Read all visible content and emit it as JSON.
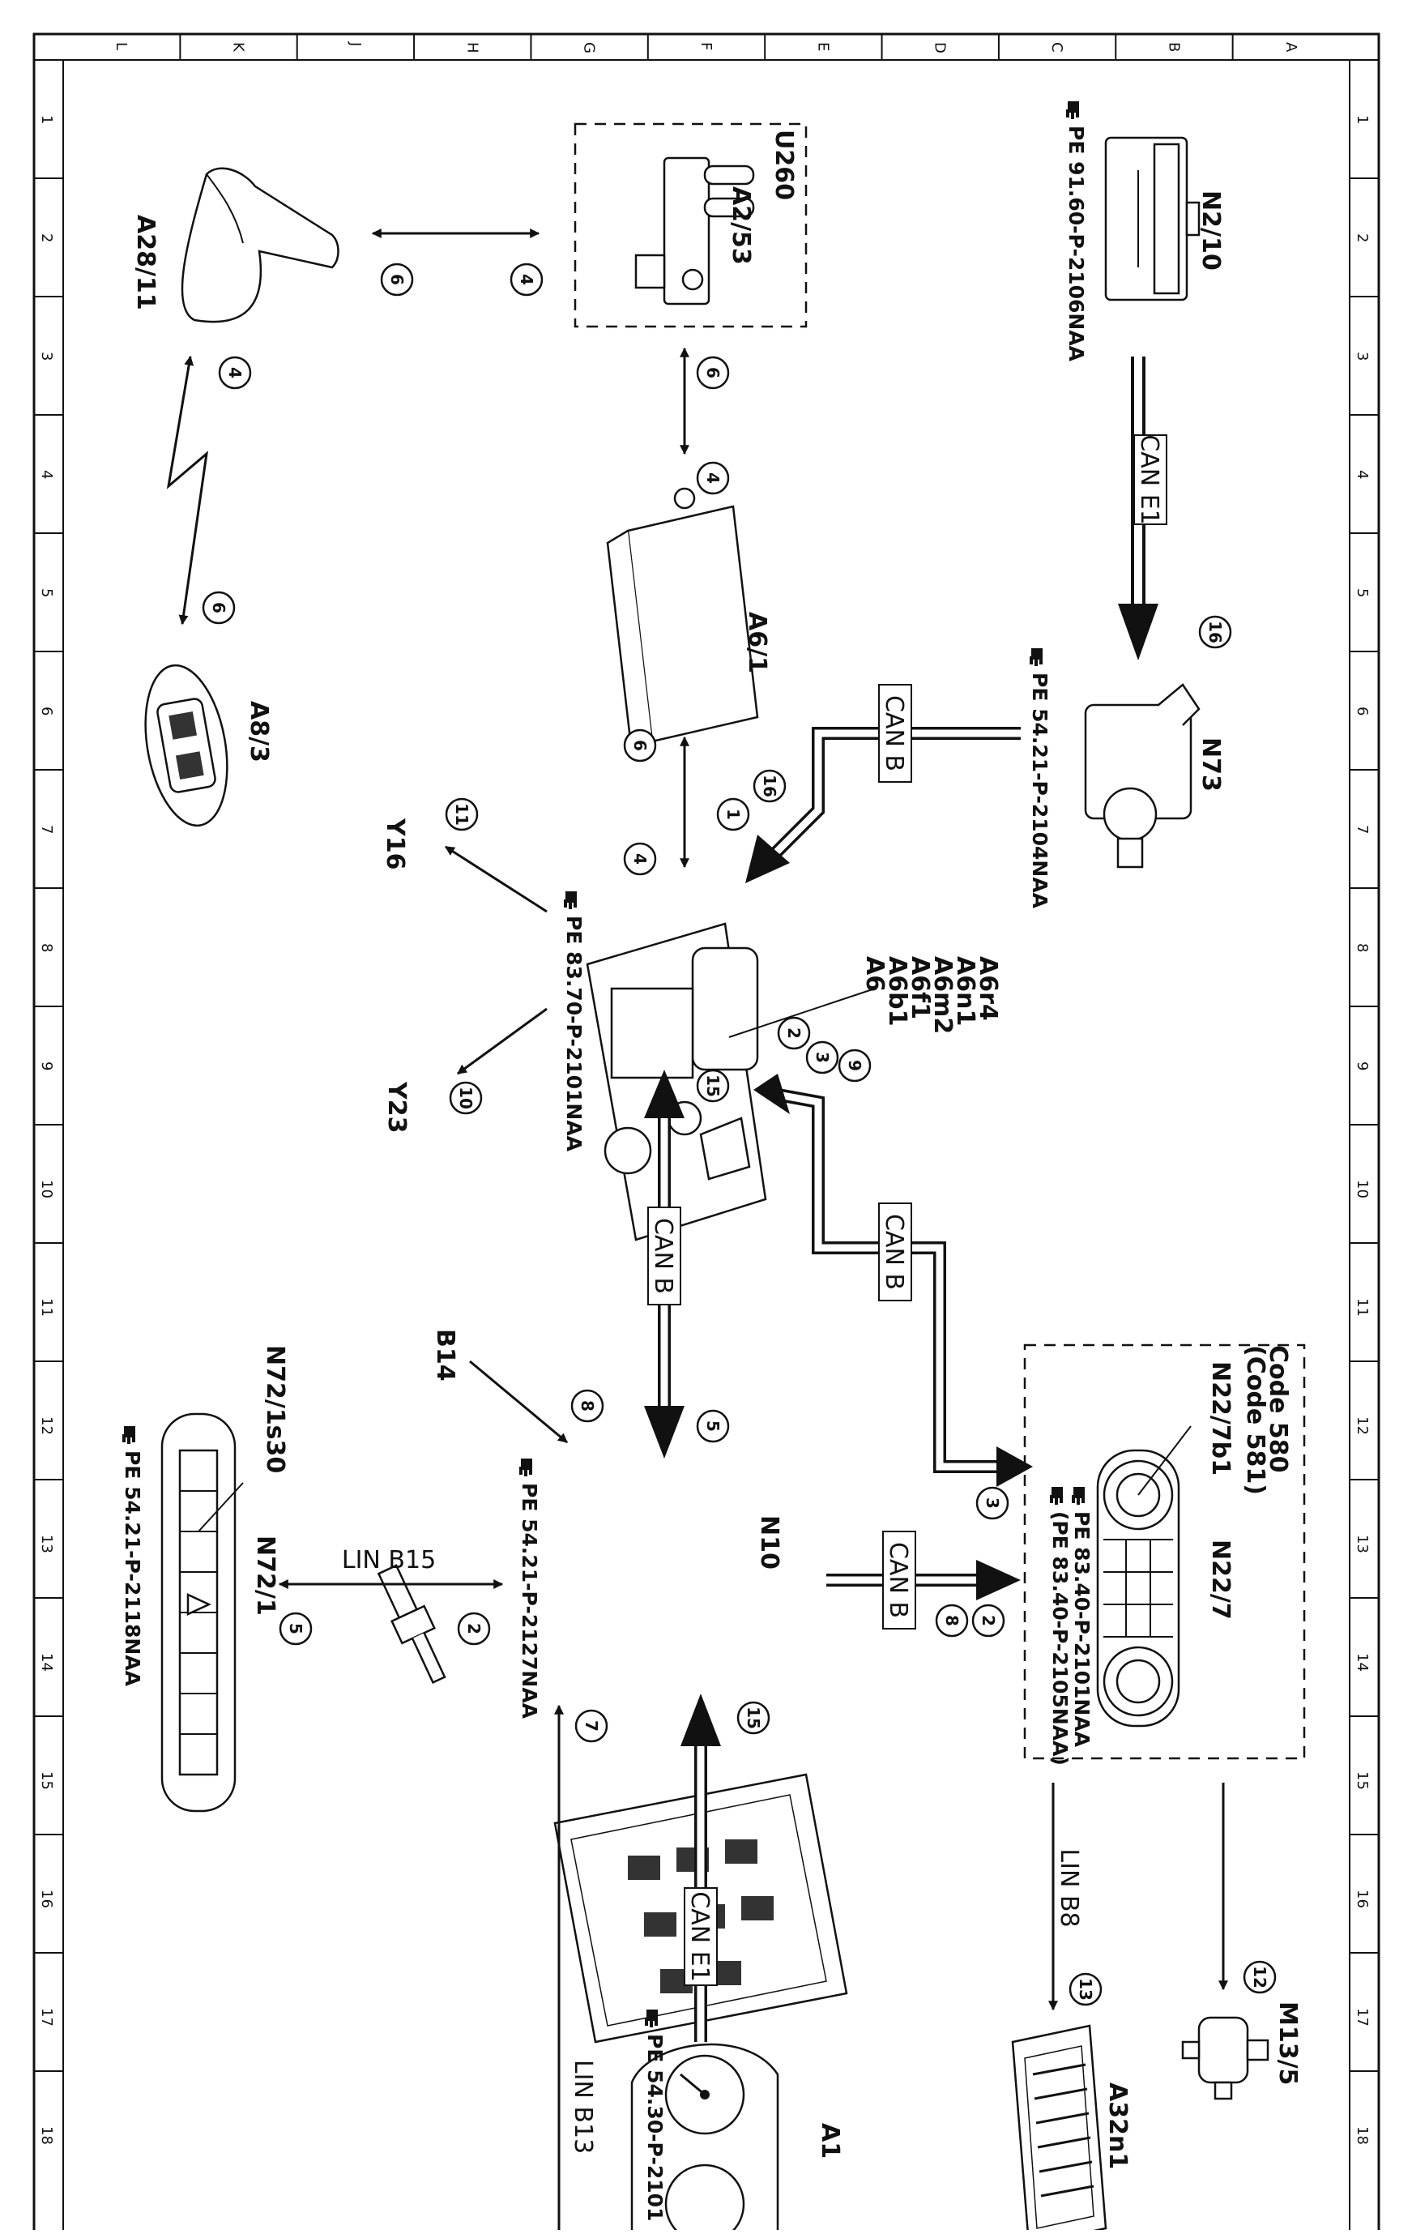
{
  "grid": {
    "columns": [
      "L",
      "K",
      "J",
      "H",
      "G",
      "F",
      "E",
      "D",
      "C",
      "B",
      "A"
    ],
    "rows": [
      "1",
      "2",
      "3",
      "4",
      "5",
      "6",
      "7",
      "8",
      "9",
      "10",
      "11",
      "12",
      "13",
      "14",
      "15",
      "16",
      "17",
      "18"
    ]
  },
  "components": {
    "n2_10": {
      "label": "N2/10",
      "ref": "PE 91.60-P-2106NAA"
    },
    "n73": {
      "label": "N73",
      "ref": "PE 54.21-P-2104NAA"
    },
    "u260": {
      "label": "U260"
    },
    "a2_53": {
      "label": "A2/53"
    },
    "a28_11": {
      "label": "A28/11"
    },
    "a6_1": {
      "label": "A6/1"
    },
    "a8_3": {
      "label": "A8/3"
    },
    "a6": {
      "labels": [
        "A6",
        "A6b1",
        "A6f1",
        "A6m2",
        "A6n1",
        "A6r4"
      ],
      "ref": "PE 83.70-P-2101NAA"
    },
    "y16": {
      "label": "Y16"
    },
    "y23": {
      "label": "Y23"
    },
    "n22_7": {
      "label": "N22/7",
      "code1": "Code 580",
      "code2": "(Code 581)",
      "ref1": "PE 83.40-P-2101NAA",
      "ref2": "(PE 83.40-P-2105NAA)"
    },
    "n22_7b1": {
      "label": "N22/7b1"
    },
    "b14": {
      "label": "B14"
    },
    "n10": {
      "label": "N10",
      "ref": "PE 54.21-P-2127NAA"
    },
    "n72_1": {
      "label": "N72/1",
      "ref": "PE 54.21-P-2118NAA"
    },
    "n72_1s30": {
      "label": "N72/1s30"
    },
    "m13_5": {
      "label": "M13/5"
    },
    "a32n1": {
      "label": "A32n1"
    },
    "a1": {
      "label": "A1",
      "ref": "PE 54.30-P-2101"
    }
  },
  "buses": {
    "can_e1_top": "CAN E1",
    "can_b_n73": "CAN B",
    "can_b_n10_a6": "CAN B",
    "can_b_n22_a6": "CAN B",
    "can_b_n10_n22": "CAN B",
    "lin_b15": "LIN B15",
    "lin_b8": "LIN B8",
    "can_e1_a1": "CAN E1",
    "lin_b13": "LIN B13"
  },
  "signals": {
    "n2_to_n73": "16",
    "a2_a28_left": "6",
    "a2_a28_right": "4",
    "a28_a8_top": "4",
    "a28_a8_bottom": "6",
    "a2_a61_top": "6",
    "a2_a61_bottom": "4",
    "a61_a6_top": "6",
    "a61_a6_bottom": "4",
    "can_b_in_a": "16",
    "can_b_in_b": "1",
    "y16": "11",
    "y23": "10",
    "a6_n10": "15",
    "n22_a6_a": "2",
    "n22_a6_b": "3",
    "n22_a6_c": "9",
    "n10_a6": "5",
    "b14_n10": "8",
    "to_n22": "3",
    "n10_n22_a": "8",
    "n10_n22_b": "2",
    "lin_b15_left": "5",
    "lin_b15_right": "2",
    "lin_b13": "7",
    "a1_n10": "15",
    "m13_5": "12",
    "a32n1": "13"
  },
  "ref_icon": "reference-hand-icon"
}
